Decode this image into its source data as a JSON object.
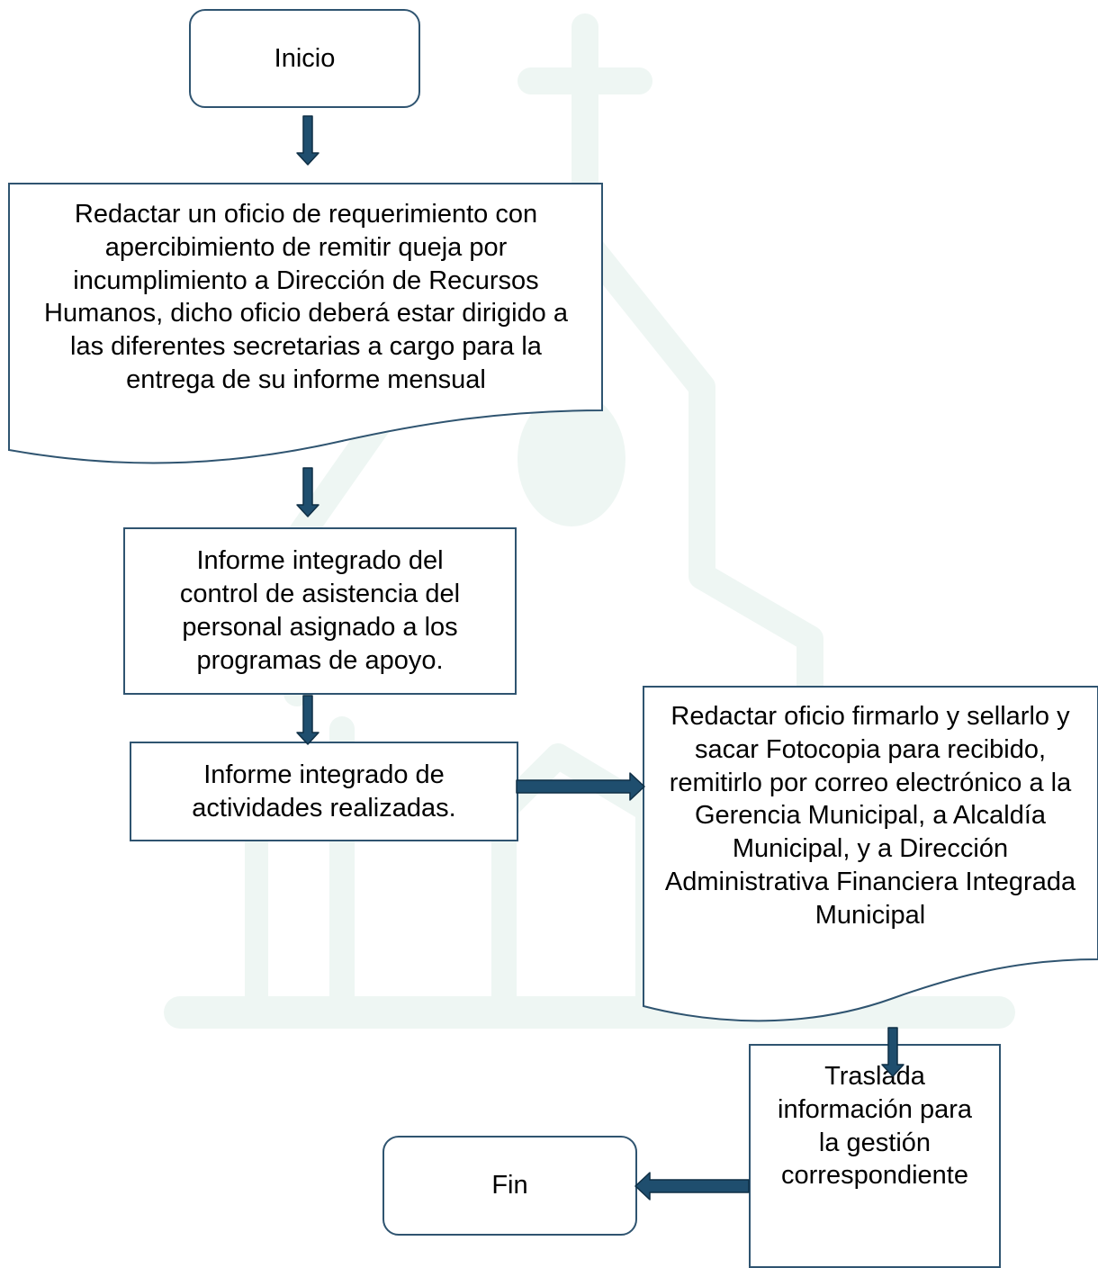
{
  "nodes": {
    "start": "Inicio",
    "step1": "Redactar un oficio de requerimiento con apercibimiento de remitir queja por incumplimiento a Dirección de Recursos Humanos, dicho oficio deberá estar dirigido a las diferentes secretarias a cargo para la entrega de su informe mensual",
    "step2": "Informe integrado del control de asistencia del personal asignado a los programas de apoyo.",
    "step3": "Informe integrado de actividades realizadas.",
    "step4": "Redactar oficio firmarlo y sellarlo y sacar Fotocopia para recibido, remitirlo por correo electrónico a la Gerencia Municipal, a Alcaldía Municipal, y a Dirección Administrativa Financiera Integrada Municipal",
    "step5": "Traslada información para la gestión correspondiente",
    "end": "Fin"
  },
  "colors": {
    "border": "#2f5470",
    "arrow": "#1f4e6e",
    "watermark": "#eef6f3"
  },
  "icons": {
    "watermark": "church-watermark-icon",
    "arrow": "block-arrow-icon"
  }
}
